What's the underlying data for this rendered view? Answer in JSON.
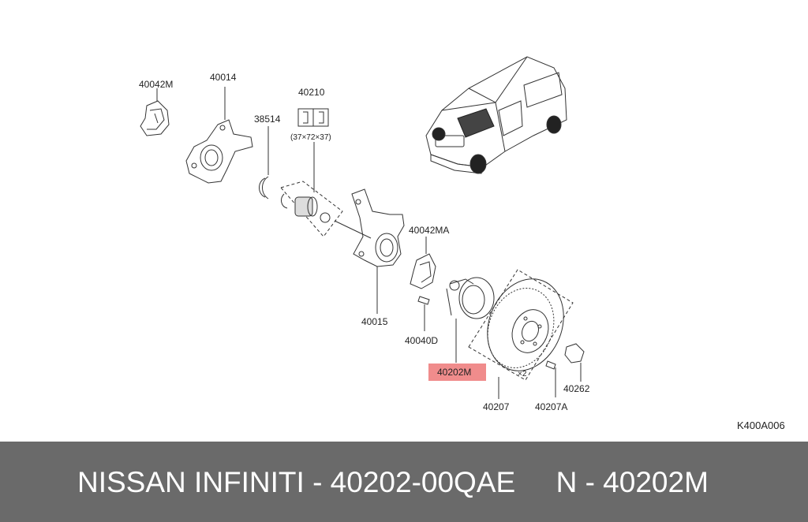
{
  "diagram": {
    "labels": {
      "p40042M": "40042M",
      "p40014": "40014",
      "p38514": "38514",
      "p40210": "40210",
      "p40210_dims": "(37×72×37)",
      "p40042MA": "40042MA",
      "p40015": "40015",
      "p40040D": "40040D",
      "p40202M": "40202M",
      "p40207": "40207",
      "p40207A": "40207A",
      "p40262": "40262",
      "x2": "×2",
      "code": "K400A006"
    },
    "highlight_color": "#f08c8c"
  },
  "footer": {
    "text": "NISSAN INFINITI - 40202-00QAE     N - 40202M"
  }
}
